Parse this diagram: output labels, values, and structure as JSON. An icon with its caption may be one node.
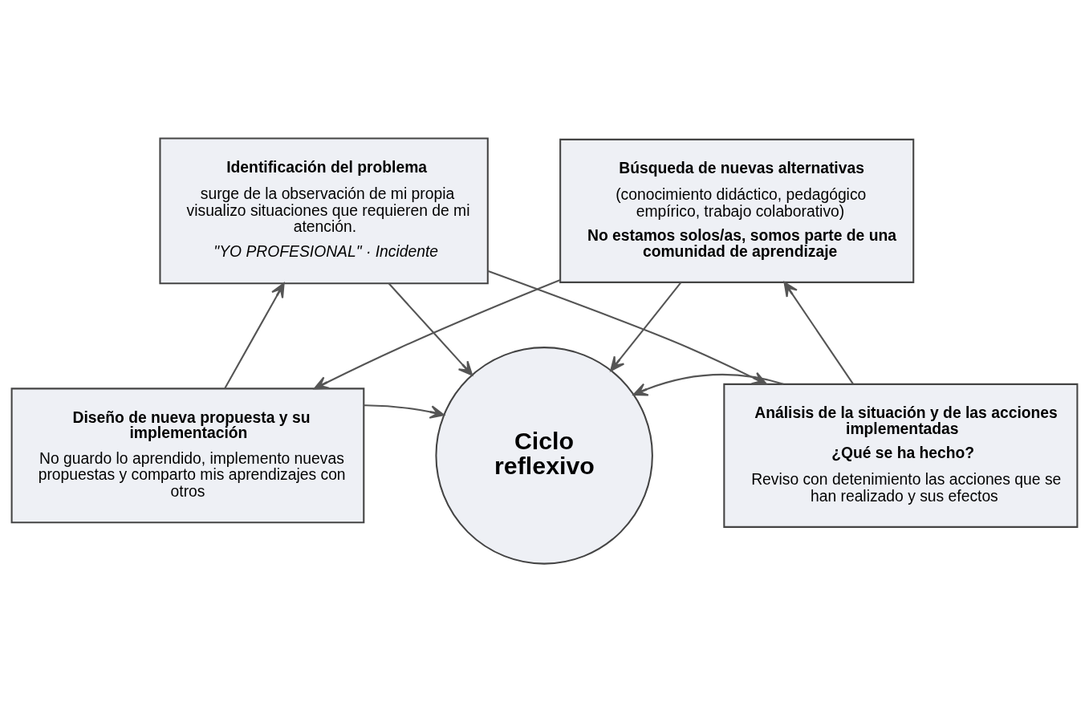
{
  "diagram": {
    "nodes": [
      {
        "text": [
          "Identificación del problema",
          "surge de la observación de mi propia visualizo situaciones que requieren de mi atención.",
          "\"YO PROFESIONAL\" · Incidente"
        ]
      },
      {
        "text": [
          "Diseño de nueva propuesta y su implementación",
          "No guardo lo aprendido, implemento nuevas propuestas y comparto mis aprendizajes con otros"
        ]
      },
      {
        "text": [
          "Ciclo reflexivo"
        ]
      },
      {
        "text": [
          "Análisis de la situación y de las acciones implementadas",
          "¿Qué se ha hecho?",
          "Reviso con detenimiento las acciones que se han realizado y sus efectos"
        ]
      },
      {
        "text": [
          "Búsqueda de nuevas alternativas",
          "(conocimiento didáctico, pedagógico empírico, trabajo colaborativo)",
          "No estamos solos/as, somos parte de una comunidad de aprendizaje"
        ]
      }
    ],
    "edges": [
      {
        "from": 0,
        "to": 2,
        "arrow": "to"
      },
      {
        "from": 1,
        "to": 2,
        "arrow": "to"
      },
      {
        "from": 3,
        "to": 2,
        "arrow": "to"
      },
      {
        "from": 4,
        "to": 2,
        "arrow": "to"
      },
      {
        "from": 1,
        "to": 0,
        "arrow": "to"
      },
      {
        "from": 0,
        "to": 3,
        "arrow": "to"
      },
      {
        "from": 3,
        "to": 4,
        "arrow": "to"
      },
      {
        "from": 4,
        "to": 1,
        "arrow": "to"
      }
    ]
  }
}
